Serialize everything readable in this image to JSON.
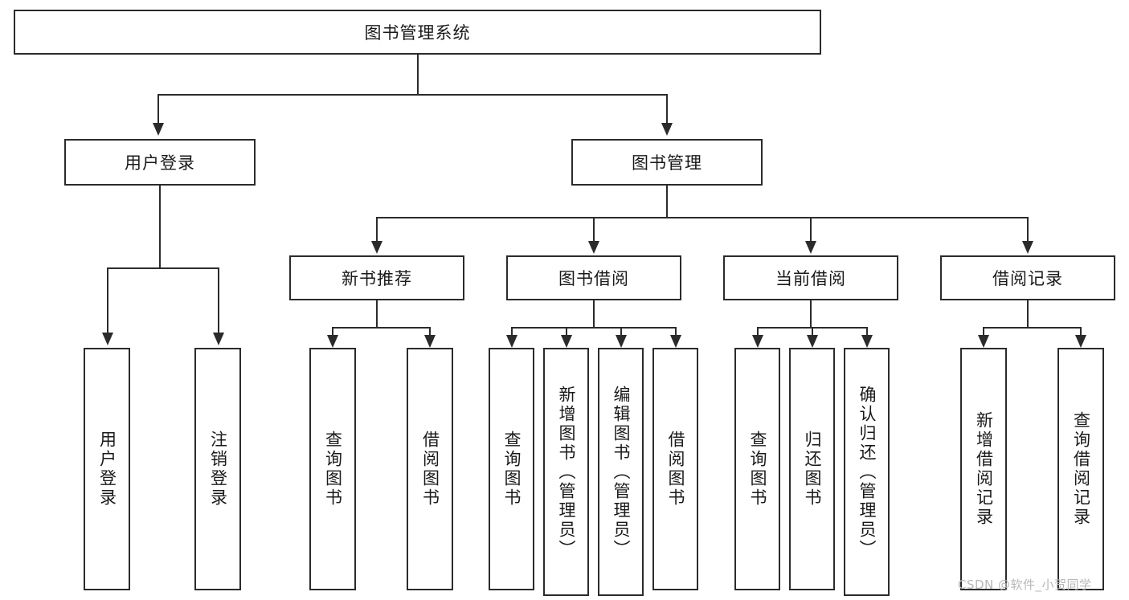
{
  "diagram": {
    "title": "图书管理系统",
    "type": "hierarchy-tree",
    "root": {
      "label": "图书管理系统"
    },
    "level1": [
      {
        "label": "用户登录"
      },
      {
        "label": "图书管理"
      }
    ],
    "level2": [
      {
        "label": "新书推荐"
      },
      {
        "label": "图书借阅"
      },
      {
        "label": "当前借阅"
      },
      {
        "label": "借阅记录"
      }
    ],
    "leaves": {
      "user_login": [
        {
          "label": "用户登录"
        },
        {
          "label": "注销登录"
        }
      ],
      "new_book_recommend": [
        {
          "label": "查询图书"
        },
        {
          "label": "借阅图书"
        }
      ],
      "book_borrow": [
        {
          "label": "查询图书"
        },
        {
          "label": "新增图书（管理员）"
        },
        {
          "label": "编辑图书（管理员）"
        },
        {
          "label": "借阅图书"
        }
      ],
      "current_borrow": [
        {
          "label": "查询图书"
        },
        {
          "label": "归还图书"
        },
        {
          "label": "确认归还（管理员）"
        }
      ],
      "borrow_record": [
        {
          "label": "新增借阅记录"
        },
        {
          "label": "查询借阅记录"
        }
      ]
    }
  },
  "watermark": {
    "text": "CSDN @软件_小贺同学"
  },
  "colors": {
    "stroke": "#2b2b2b",
    "fill": "#ffffff",
    "text": "#1a1a1a",
    "watermark": "#b8b8b8"
  }
}
